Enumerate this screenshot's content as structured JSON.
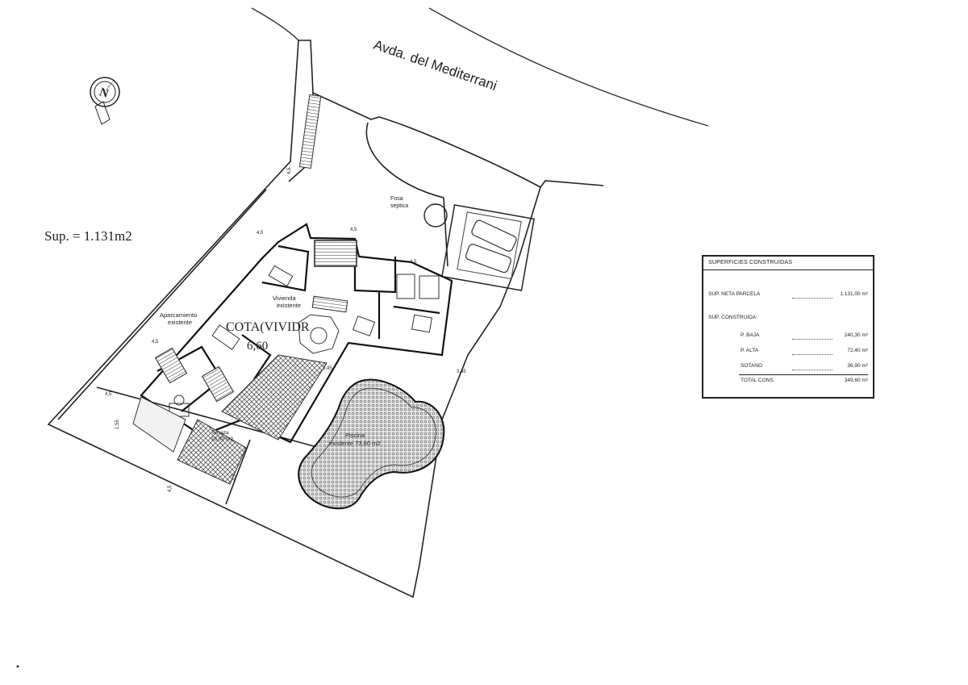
{
  "street_name": "Avda. del Mediterrani",
  "plot_area_label": "Sup. = 1.131m2",
  "north_arrow_letter": "N",
  "septic_tank_label": [
    "Fosa",
    "septica"
  ],
  "parking_label": [
    "Aparcamiento",
    "existente"
  ],
  "house_label": [
    "Vivienda",
    "existente"
  ],
  "level_label": [
    "COTA(VIVIDR",
    "6,60"
  ],
  "pool_label": [
    "Piscina",
    "existente 73,60 m2"
  ],
  "terrace_label": [
    "Terraza",
    "15,00 m2"
  ],
  "dimensions": {
    "d1": "4,5",
    "d2": "4,5",
    "d3": "4,5",
    "d4": "4,5",
    "d5": "4,5",
    "d6": "4,5",
    "d7": "3,45",
    "d8": "3,45",
    "d9": "1,55",
    "d10": "4,5",
    "d11": "4,5"
  },
  "surfaces_table": {
    "title": "SUPERFICIES CONSTRUIDAS",
    "net_plot": {
      "label": "SUP. NETA PARCELA",
      "value": "1.131,00 m²"
    },
    "built_header": "SUP. CONSTRUIDA:",
    "rows": [
      {
        "label": "P. BAJA",
        "value": "240,30 m²"
      },
      {
        "label": "P. ALTA",
        "value": "72,40 m²"
      },
      {
        "label": "SOTANO",
        "value": "36,90 m²"
      }
    ],
    "total": {
      "label": "TOTAL CONS.",
      "value": "349,60 m²"
    }
  }
}
